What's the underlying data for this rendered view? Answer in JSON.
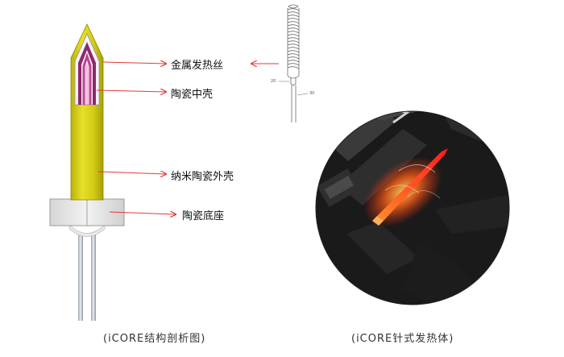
{
  "diagram": {
    "labels": {
      "metal_wire": "金属发热丝",
      "ceramic_shell": "陶瓷中壳",
      "nano_ceramic_outer": "纳米陶瓷外壳",
      "ceramic_base": "陶瓷底座"
    },
    "captions": {
      "left": "(iCORE结构剖析图)",
      "right": "(iCORE针式发热体)"
    },
    "callouts": {
      "a": "20",
      "b": "30"
    }
  },
  "colors": {
    "outer_shell": "#d8d21a",
    "inner_shell": "#8a2a6e",
    "arrow": "#e23a3a",
    "base": "#e4e4e4",
    "heater_glow": "#ff3a1a"
  }
}
